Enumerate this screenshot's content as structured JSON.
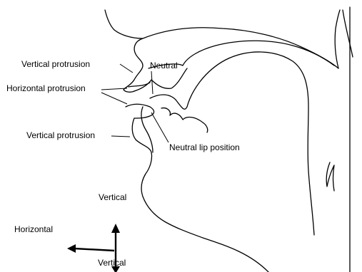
{
  "labels": {
    "vertical_protrusion_upper": "Vertical protrusion",
    "neutral": "Neutral",
    "horizontal_protrusion": "Horizontal protrusion",
    "vertical_protrusion_lower": "Vertical protrusion",
    "neutral_lip_position": "Neutral lip position",
    "vertical_chin": "Vertical",
    "horizontal_axis": "Horizontal",
    "vertical_axis": "Vertical"
  },
  "colors": {
    "line": "#000000",
    "background": "#ffffff"
  }
}
